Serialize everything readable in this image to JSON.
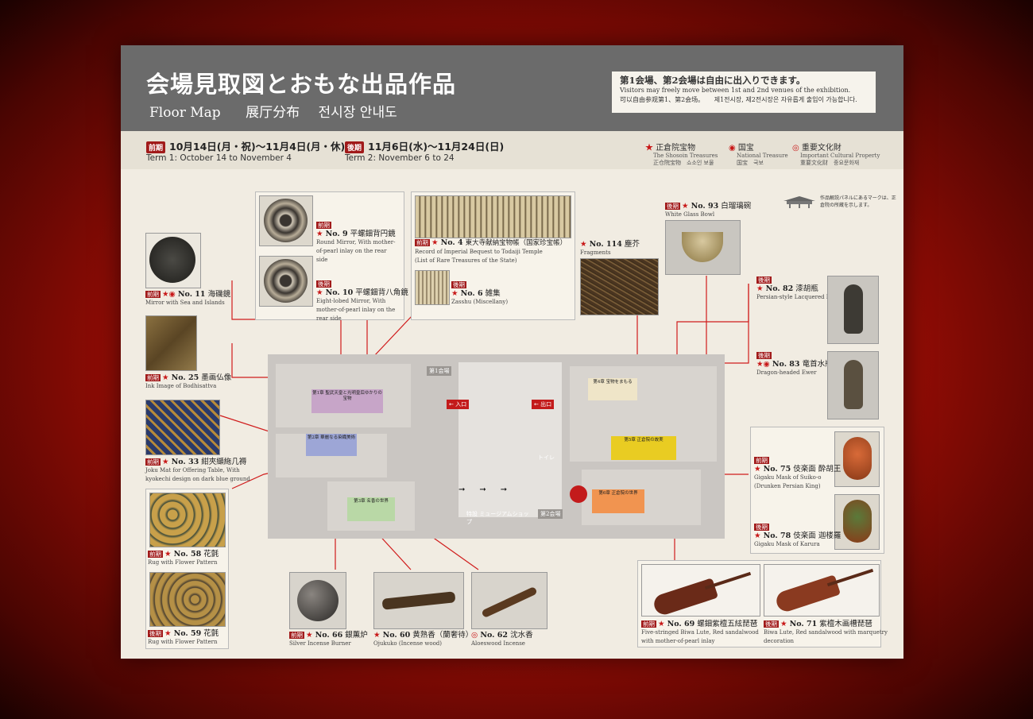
{
  "header": {
    "title_jp": "会場見取図とおもな出品作品",
    "title_en": "Floor Map",
    "title_zh": "展厅分布",
    "title_ko": "전시장 안내도",
    "notice_jp": "第1会場、第2会場は自由に出入りできます。",
    "notice_en": "Visitors may freely move between 1st and 2nd venues of the exhibition.",
    "notice_zh": "可以自由参观第1、第2会场。",
    "notice_ko": "제1전시장, 제2전시장은 자유롭게 출입이 가능합니다."
  },
  "terms": {
    "term1_tag": "前期",
    "term1_jp": "10月14日(月・祝)〜11月4日(月・休)",
    "term1_en": "Term 1: October 14 to November 4",
    "term2_tag": "後期",
    "term2_jp": "11月6日(水)〜11月24日(日)",
    "term2_en": "Term 2: November 6 to 24"
  },
  "legend": {
    "shosoin_jp": "正倉院宝物",
    "shosoin_en": "The Shosoin Treasures",
    "shosoin_sub": "正仓院宝物　쇼소인 보물",
    "national_jp": "国宝",
    "national_en": "National Treasure",
    "national_sub": "国宝　국보",
    "important_jp": "重要文化財",
    "important_en": "Important Cultural Property",
    "important_sub": "重要文化财　중요문화재",
    "panel_note": "作品解説パネルにあるマークは、正倉院の所蔵を示します。"
  },
  "map": {
    "entrance": "入口",
    "exit": "出口",
    "hall1": "第1会場",
    "hall2": "第2会場",
    "toilet": "トイレ",
    "shop": "特設 ミュージアムショップ",
    "sec1": "第1章 聖武天皇と光明皇后ゆかりの宝物",
    "sec2": "第2章 華麗なる染織美術",
    "sec3": "第3章 名香の世界",
    "sec4": "第4章 宝物をまもる",
    "sec5": "第5章 正倉院の故実",
    "sec6": "第6章 正倉院の世界"
  },
  "items": {
    "i11": {
      "no": "No. 11",
      "name": "海磯鏡",
      "en": "Mirror with Sea and Islands"
    },
    "i9": {
      "no": "No. 9",
      "name": "平螺鈿背円鏡",
      "en": "Round Mirror, With mother-of-pearl inlay on the rear side"
    },
    "i10": {
      "no": "No. 10",
      "name": "平螺鈿背八角鏡",
      "en": "Eight-lobed Mirror, With mother-of-pearl inlay on the rear side"
    },
    "i4": {
      "no": "No. 4",
      "name": "東大寺献納宝物帳（国家珍宝帳）",
      "en": "Record of Imperial Bequest to Todaiji Temple",
      "en2": "(List of Rare Treasures of the State)"
    },
    "i6": {
      "no": "No. 6",
      "name": "雑集",
      "en": "Zasshu (Miscellany)"
    },
    "i114": {
      "no": "No. 114",
      "name": "塵芥",
      "en": "Fragments"
    },
    "i93": {
      "no": "No. 93",
      "name": "白瑠璃碗",
      "en": "White Glass Bowl"
    },
    "i82": {
      "no": "No. 82",
      "name": "漆胡瓶",
      "en": "Persian-style Lacquered Ewer"
    },
    "i83": {
      "no": "No. 83",
      "name": "竜首水瓶",
      "en": "Dragon-headed Ewer"
    },
    "i25": {
      "no": "No. 25",
      "name": "墨画仏像",
      "en": "Ink Image of Bodhisattva"
    },
    "i33": {
      "no": "No. 33",
      "name": "紺夾纈絁几褥",
      "en": "Joku Mat for Offering Table, With",
      "en2": "kyokechi design on dark blue ground"
    },
    "i58": {
      "no": "No. 58",
      "name": "花氈",
      "en": "Rug with Flower Pattern"
    },
    "i59": {
      "no": "No. 59",
      "name": "花氈",
      "en": "Rug with Flower Pattern"
    },
    "i66": {
      "no": "No. 66",
      "name": "銀薫炉",
      "en": "Silver Incense Burner"
    },
    "i60": {
      "no": "No. 60",
      "name": "黄熟香（蘭奢待）",
      "en": "Ojukuko (Incense wood)"
    },
    "i62": {
      "no": "No. 62",
      "name": "沈水香",
      "en": "Aloeswood Incense"
    },
    "i75": {
      "no": "No. 75",
      "name": "伎楽面 酔胡王",
      "en": "Gigaku Mask of Suiko-o",
      "en2": "(Drunken Persian King)"
    },
    "i78": {
      "no": "No. 78",
      "name": "伎楽面 迦楼羅",
      "en": "Gigaku Mask of Karura"
    },
    "i69": {
      "no": "No. 69",
      "name": "螺鈿紫檀五絃琵琶",
      "en": "Five-stringed Biwa Lute, Red sandalwood",
      "en2": "with mother-of-pearl inlay"
    },
    "i71": {
      "no": "No. 71",
      "name": "紫檀木画槽琵琶",
      "en": "Biwa Lute, Red sandalwood with marquetry",
      "en2": "decoration"
    }
  },
  "colors": {
    "accent_red": "#c81818",
    "header_gray": "#6b6b6b",
    "board": "#f1ece2"
  }
}
